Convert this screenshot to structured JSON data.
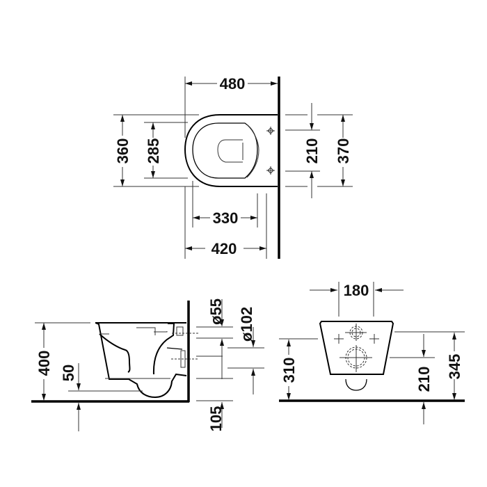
{
  "drawing": {
    "subject": "Wall-hung toilet technical dimension drawing",
    "units": "mm",
    "top_view": {
      "dims": {
        "overall_length": "480",
        "outer_width": "360",
        "inner_width": "285",
        "fixing_spacing": "210",
        "wall_width": "370",
        "seat_length": "330",
        "bowl_length": "420"
      }
    },
    "side_view": {
      "dims": {
        "height": "400",
        "trap_height": "50",
        "inlet_diameter": "ø55",
        "outlet_diameter": "ø102",
        "outlet_height": "105"
      }
    },
    "front_view": {
      "dims": {
        "fixing_spacing": "180",
        "front_height": "310",
        "outlet_center": "210",
        "overall_height": "345"
      }
    }
  }
}
